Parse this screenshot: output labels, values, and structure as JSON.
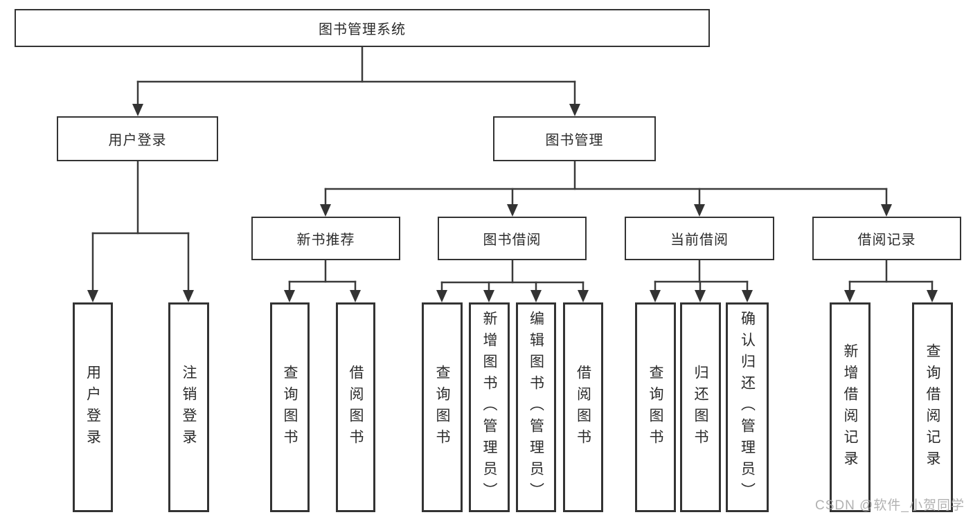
{
  "diagram_type": "hierarchy-diagram",
  "tree": {
    "label": "图书管理系统",
    "children": [
      {
        "label": "用户登录",
        "children": [
          {
            "label": "用户登录"
          },
          {
            "label": "注销登录"
          }
        ]
      },
      {
        "label": "图书管理",
        "children": [
          {
            "label": "新书推荐",
            "children": [
              {
                "label": "查询图书"
              },
              {
                "label": "借阅图书"
              }
            ]
          },
          {
            "label": "图书借阅",
            "children": [
              {
                "label": "查询图书"
              },
              {
                "label": "新增图书（管理员）"
              },
              {
                "label": "编辑图书（管理员）"
              },
              {
                "label": "借阅图书"
              }
            ]
          },
          {
            "label": "当前借阅",
            "children": [
              {
                "label": "查询图书"
              },
              {
                "label": "归还图书"
              },
              {
                "label": "确认归还（管理员）"
              }
            ]
          },
          {
            "label": "借阅记录",
            "children": [
              {
                "label": "新增借阅记录"
              },
              {
                "label": "查询借阅记录"
              }
            ]
          }
        ]
      }
    ]
  },
  "watermark": {
    "text": "CSDN @软件_小贺同学"
  },
  "colors": {
    "line": "#3a3a3a",
    "box_border": "#333333",
    "text": "#2b2b2b",
    "watermark": "#a9a9a9",
    "background": "#ffffff"
  }
}
